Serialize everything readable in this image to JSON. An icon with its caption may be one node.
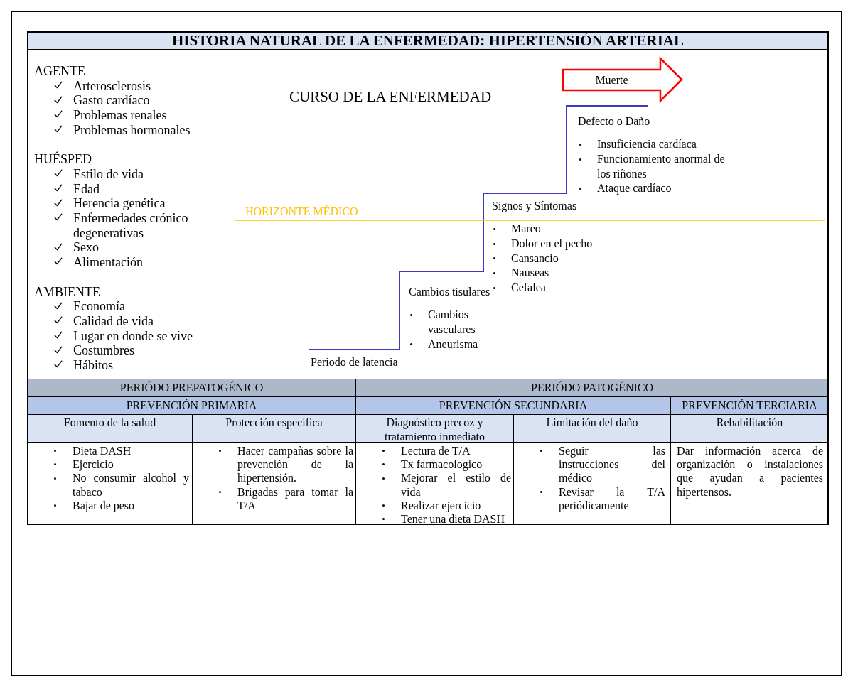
{
  "diagram": {
    "title": "HISTORIA NATURAL DE LA ENFERMEDAD: HIPERTENSIÓN ARTERIAL",
    "nodes": [
      {
        "text": [
          "Muerte"
        ]
      }
    ],
    "labels": [
      "AGENTE",
      "Arterosclerosis",
      "Gasto cardíaco",
      "Problemas renales",
      "Problemas hormonales",
      "HUÉSPED",
      "Estilo de vida",
      "Edad",
      "Herencia genética",
      "Enfermedades crónico degenerativas",
      "Sexo",
      "Alimentación",
      "AMBIENTE",
      "Economía",
      "Calidad de vida",
      "Lugar en donde se vive",
      "Costumbres",
      "Hábitos",
      "CURSO DE LA ENFERMEDAD",
      "Defecto o Daño",
      "Insuficiencia cardíaca",
      "Funcionamiento anormal de los riñones",
      "Ataque cardíaco",
      "HORIZONTE MÉDICO",
      "Signos y Síntomas",
      "Mareo",
      "Dolor en el pecho",
      "Cansancio",
      "Nauseas",
      "Cefalea",
      "Cambios tisulares",
      "Cambios vasculares",
      "Aneurisma",
      "Periodo de latencia",
      "PERIÓDO PREPATOGÉNICO",
      "PERIÓDO PATOGÉNICO",
      "PREVENCIÓN PRIMARIA",
      "PREVENCIÓN SECUNDARIA",
      "PREVENCIÓN TERCIARIA",
      "Fomento de la salud",
      "Protección específica",
      "Diagnóstico precoz y tratamiento inmediato",
      "Limitación del daño",
      "Rehabilitación",
      "Dieta DASH",
      "Ejercicio",
      "No consumir alcohol y tabaco",
      "Bajar de peso",
      "Hacer campañas sobre la prevención de la hipertensión.",
      "Brigadas para tomar la T/A",
      "Lectura de T/A",
      "Tx farmacologico",
      "Mejorar el estilo de vida",
      "Realizar ejercicio",
      "Tener una dieta DASH",
      "Seguir las instrucciones del médico",
      "Revisar la T/A periódicamente",
      "Dar información acerca de organización o instalaciones que ayudan a pacientes hipertensos."
    ]
  }
}
